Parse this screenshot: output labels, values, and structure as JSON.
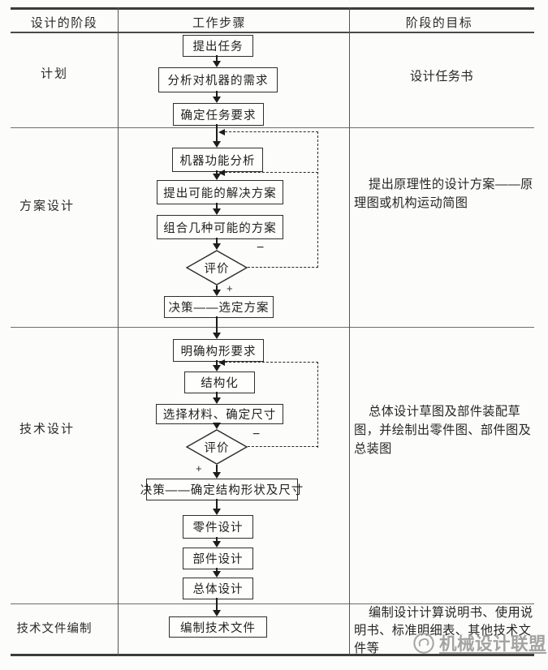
{
  "colors": {
    "paper": "#fcfcfa",
    "ink": "#232323",
    "table_line": "#4a4a4a",
    "watermark_gray": "#979797"
  },
  "table": {
    "headers": [
      "设计的阶段",
      "工作步骤",
      "阶段的目标"
    ],
    "rows": [
      {
        "phase": "计划",
        "goal": "设计任务书"
      },
      {
        "phase": "方案设计",
        "goal": "提出原理性的设计方案——原\n理图或机构运动简图"
      },
      {
        "phase": "技术设计",
        "goal": "总体设计草图及部件装配草\n图，并绘制出零件图、部件图及\n总装图"
      },
      {
        "phase": "技术文件编制",
        "goal": "编制设计计算说明书、使用说\n明书、标准明细表、其他技术文\n件等"
      }
    ]
  },
  "flow": {
    "boxes": {
      "b1": "提出任务",
      "b2": "分析对机器的需求",
      "b3": "确定任务要求",
      "b4": "机器功能分析",
      "b5": "提出可能的解决方案",
      "b6": "组合几种可能的方案",
      "d1": "评价",
      "b7": "决策——选定方案",
      "b8": "明确构形要求",
      "b9": "结构化",
      "b10": "选择材料、确定尺寸",
      "d2": "评价",
      "b11": "决策——确定结构形状及尺寸",
      "b12": "零件设计",
      "b13": "部件设计",
      "b14": "总体设计",
      "b15": "编制技术文件"
    },
    "branch_labels": {
      "negative": "−",
      "positive": "+"
    }
  },
  "watermark": {
    "text": "机械设计联盟"
  }
}
